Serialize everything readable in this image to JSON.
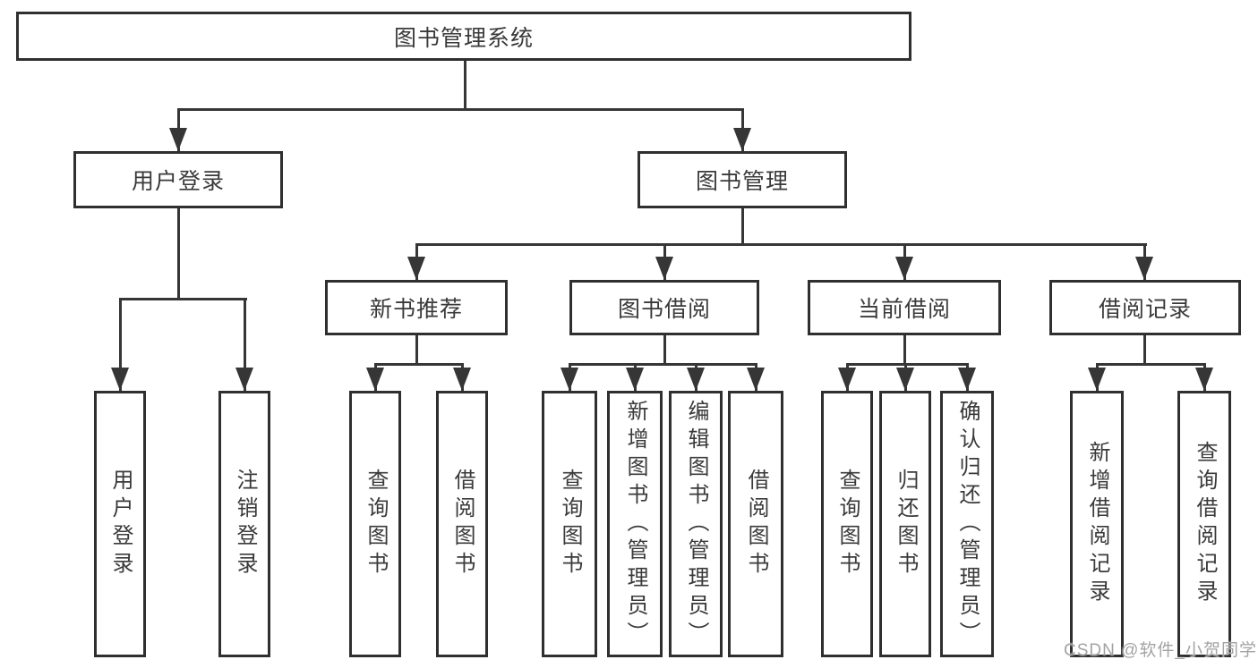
{
  "diagram": {
    "root": {
      "label": "图书管理系统"
    },
    "level2": [
      {
        "label": "用户登录"
      },
      {
        "label": "图书管理"
      }
    ],
    "level3": [
      {
        "label": "新书推荐"
      },
      {
        "label": "图书借阅"
      },
      {
        "label": "当前借阅"
      },
      {
        "label": "借阅记录"
      }
    ],
    "leaves": {
      "user_login": [
        "用户登录",
        "注销登录"
      ],
      "new_book_rec": [
        "查询图书",
        "借阅图书"
      ],
      "book_borrow": [
        "查询图书",
        "新增图书（管理员）",
        "编辑图书（管理员）",
        "借阅图书"
      ],
      "current_borrow": [
        "查询图书",
        "归还图书",
        "确认归还（管理员）"
      ],
      "borrow_records": [
        "新增借阅记录",
        "查询借阅记录"
      ]
    },
    "colors": {
      "line": "#363636",
      "box_border": "#2f2f2f",
      "box_fill": "#ffffff",
      "text": "#3a3a3a",
      "watermark": "#a3a3a3"
    }
  },
  "watermark": {
    "text": "CSDN @软件_小贺同学"
  }
}
